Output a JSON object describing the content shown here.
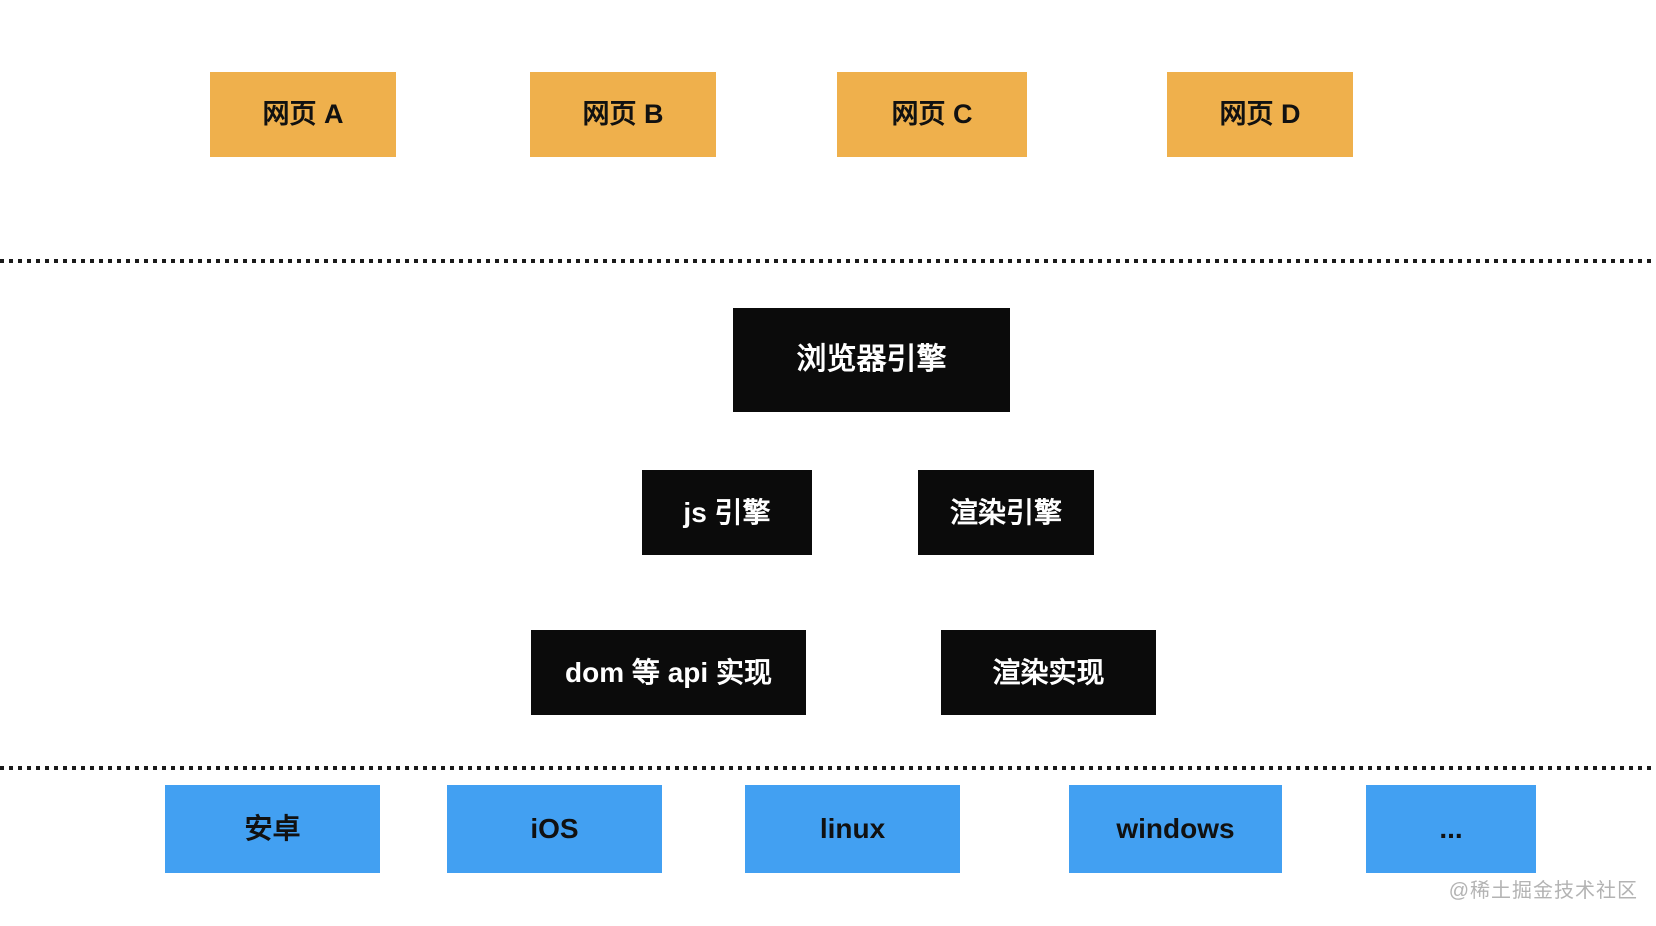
{
  "top_row": [
    {
      "label": "网页 A"
    },
    {
      "label": "网页 B"
    },
    {
      "label": "网页 C"
    },
    {
      "label": "网页 D"
    }
  ],
  "engine": {
    "browser_engine_label": "浏览器引擎",
    "js_engine_label": "js 引擎",
    "render_engine_label": "渲染引擎",
    "dom_api_impl_label": "dom 等 api 实现",
    "render_impl_label": "渲染实现"
  },
  "os_row": [
    {
      "label": "安卓"
    },
    {
      "label": "iOS"
    },
    {
      "label": "linux"
    },
    {
      "label": "windows"
    },
    {
      "label": "..."
    }
  ],
  "watermark": "@稀土掘金技术社区",
  "colors": {
    "background": "#FFFFFF",
    "webpage_box": "#EFB04C",
    "os_box": "#42A0F2",
    "engine_box": "#0B0B0B",
    "engine_text": "#FFFFFF",
    "box_text_dark": "#111111",
    "divider_dot": "#1A1A1A",
    "watermark_text": "#B3B3B3"
  }
}
